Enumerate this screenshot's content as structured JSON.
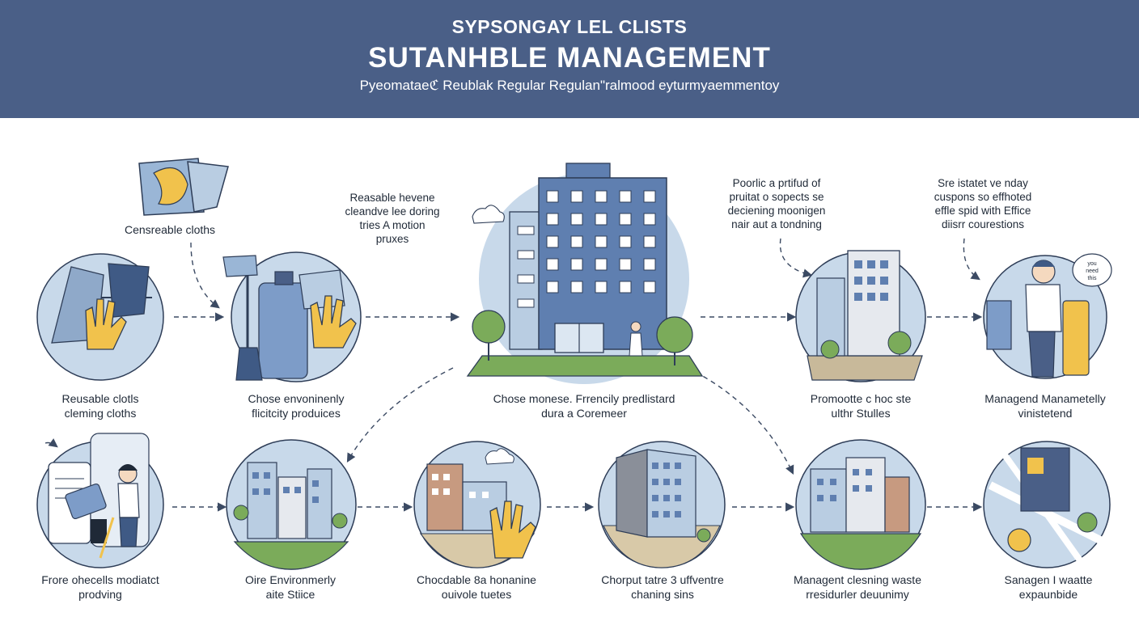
{
  "header": {
    "kicker": "SYPSONGAY LEL CLISTS",
    "title": "SUTANHBLE MANAGEMENT",
    "subtitle": "Pyeomatae⁠ℭ Reublak Regular Regulan\"ralmood eyturmyaemmentoy"
  },
  "captions": {
    "cloth": "Censreable cloths"
  },
  "notes": {
    "reusable": [
      "Reasable hevene",
      "cleandve lee doring",
      "tries A motion",
      "pruxes"
    ],
    "promote": [
      "Poorlic a prtifud of",
      "pruitat o sopects se",
      "deciening moonigen",
      "nair aut a tondning"
    ],
    "strategies": [
      "Sre istatet ve nday",
      "cuspons so effhoted",
      "effle spid with Effice",
      "diisrr courestions"
    ]
  },
  "labels": {
    "r1c1": [
      "Reusable clotls",
      "cleming cloths"
    ],
    "r1c2": [
      "Chose envoninenly",
      "flicitcity produices"
    ],
    "r1c3": [
      "Chose monese. Frrencily predlistard",
      "dura a Coremeer"
    ],
    "r1c4": [
      "Promootte c hoc ste",
      "ulthr Stulles"
    ],
    "r1c5": [
      "Managend Manametelly",
      "vinistetend"
    ],
    "r2c1": [
      "Frore ohecells modiatct",
      "prodving"
    ],
    "r2c2": [
      "Oire Environmerly",
      "aite Stiice"
    ],
    "r2c3": [
      "Chocdable 8a honanine",
      "ouivole tuetes"
    ],
    "r2c4": [
      "Chorput tatre 3 uffventre",
      "chaning sins"
    ],
    "r2c5": [
      "Managent clesning waste",
      "rresidurler deuunimy"
    ],
    "r2c6": [
      "Sanagen I waatte",
      "expaunbide"
    ]
  },
  "speech": [
    "you",
    "need",
    "this"
  ],
  "colors": {
    "banner": "#4a5f87",
    "circle": "#c8d9ea",
    "building": "#5f7fb0",
    "glove": "#f1c24c",
    "grass": "#7bab5a",
    "arrow": "#3b4a63"
  }
}
